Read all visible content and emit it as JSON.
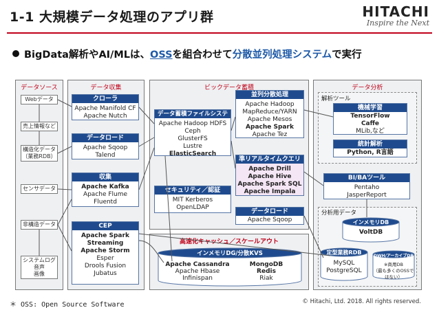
{
  "header": {
    "title": "1-1 大規模データ処理のアプリ群",
    "logo_main": "HITACHI",
    "logo_sub": "Inspire the Next"
  },
  "bullet": {
    "prefix": "BigData解析やAI/MLは、",
    "oss": "OSS",
    "middle": "を組合わせて",
    "highlight": "分散並列処理システム",
    "suffix": "で実行"
  },
  "sections": {
    "datasource": "データソース",
    "collection": "データ収集",
    "bigdata": "ビックデータ蓄積",
    "analysis": "データ分析",
    "cache": "高速化キャッシュ／スケールアウト"
  },
  "sources": [
    "Webデータ",
    "売上情報など",
    "構造化データ\n（業務RDB）",
    "センサデータ",
    "非構造データ",
    "システムログ\n音声\n画像"
  ],
  "collection": {
    "crawler": {
      "header": "クローラ",
      "lines": [
        "Apache Manifold CF",
        "Apache Nutch"
      ]
    },
    "dataload": {
      "header": "データロード",
      "lines": [
        "Apache Sqoop",
        "Talend"
      ]
    },
    "ingest": {
      "header": "収集",
      "bold": [
        "Apache Kafka"
      ],
      "lines": [
        "Apache Flume",
        "Fluentd"
      ]
    },
    "cep": {
      "header": "CEP",
      "bold": [
        "Apache Spark",
        "Streaming",
        "Apache Storm"
      ],
      "lines": [
        "Esper",
        "Drools Fusion",
        "Jubatus"
      ]
    }
  },
  "bigdata": {
    "filesystem": {
      "header": "データ蓄積ファイルシステム",
      "lines": [
        "Apache Hadoop HDFS",
        "Ceph",
        "GlusterFS",
        "Lustre"
      ],
      "bold": [
        "ElasticSearch"
      ]
    },
    "parallel": {
      "header": "並列分散処理",
      "lines": [
        "Apache Hadoop",
        "MapReduce/YARN",
        "Apache Mesos"
      ],
      "bold": [
        "Apache Spark"
      ],
      "tail": [
        "Apache Tez"
      ]
    },
    "realtime": {
      "header": "準リアルタイムクエリ",
      "bold": [
        "Apache Drill",
        "Apache Hive",
        "Apache Spark SQL",
        "Apache Impala"
      ]
    },
    "security": {
      "header": "セキュリティ／認証",
      "lines": [
        "MIT Kerberos",
        "OpenLDAP"
      ]
    },
    "dataload2": {
      "header": "データロード",
      "lines": [
        "Apache Sqoop"
      ]
    }
  },
  "cache": {
    "header": "インメモリDG/分散KVS",
    "left": {
      "bold": [
        "Apache Cassandra"
      ],
      "lines": [
        "Apache Hbase",
        "Infinispan"
      ]
    },
    "right": {
      "bold": [
        "MongoDB",
        "Redis"
      ],
      "lines": [
        "Riak"
      ]
    }
  },
  "analysis": {
    "tools_label": "解析ツール",
    "ml": {
      "header": "機械学習",
      "bold": [
        "TensorFlow",
        "Caffe"
      ],
      "lines": [
        "MLib,など"
      ]
    },
    "stats": {
      "header": "統計解析",
      "bold": [
        "Python, R言語"
      ]
    },
    "bi": {
      "header": "BI/BAツール",
      "lines": [
        "Pentaho",
        "JasperReport"
      ]
    },
    "analysis_data_label": "分析用データ",
    "inmem": {
      "header": "インメモリDB",
      "bold": [
        "VoltDB"
      ]
    },
    "rdb": {
      "header": "定型業務RDB",
      "lines": [
        "MySQL",
        "PostgreSQL"
      ]
    },
    "dwh": {
      "header": "DWH/アーカイブDB",
      "lines": [
        "※商用DB",
        "（最も多くのOSSではない）"
      ]
    }
  },
  "footer": {
    "note": "＊ OSS: Open Source Software",
    "copyright": "© Hitachi, Ltd. 2018. All rights reserved."
  },
  "colors": {
    "accent_red": "#c00018",
    "header_blue": "#1f4b8e",
    "oss_blue": "#1e5aa8",
    "panel_gray": "#eef0f2",
    "realtime_pink": "#f5e6f5"
  }
}
